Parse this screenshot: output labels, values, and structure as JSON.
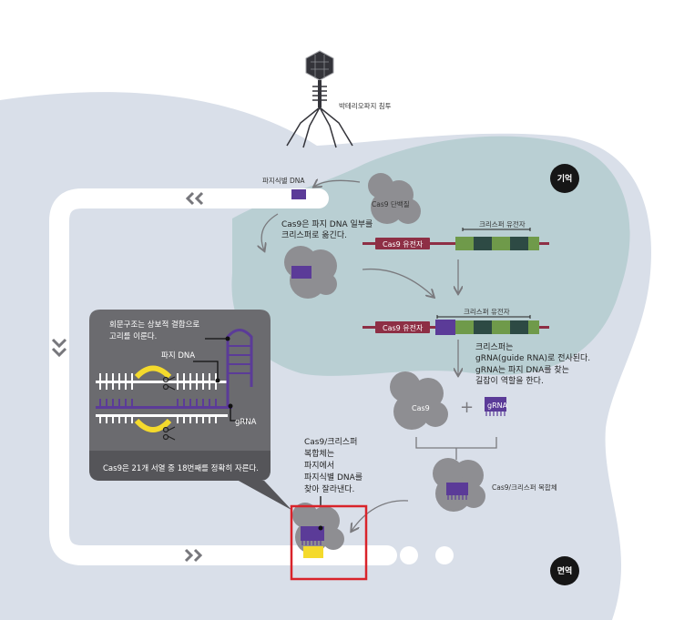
{
  "labels": {
    "phage_invasion": "박테리오파지 침투",
    "phage_dna": "파지식별 DNA",
    "cas9_protein": "Cas9 단백질",
    "cas9_insert_1": "Cas9은 파지 DNA 일부를",
    "cas9_insert_2": "크리스퍼로 옮긴다.",
    "crispr_gene_top": "크리스퍼 유전자",
    "crispr_gene_mid": "크리스퍼 유전자",
    "cas9_gene_top": "Cas9 유전자",
    "cas9_gene_mid": "Cas9 유전자",
    "transcribe_1": "크리스퍼는",
    "transcribe_2": "gRNA(guide RNA)로 전사된다.",
    "transcribe_3": "gRNA는 파지 DNA를 찾는",
    "transcribe_4": "길잡이 역할을 한다.",
    "cas9": "Cas9",
    "plus": "+",
    "grna_block": "gRNA",
    "complex": "Cas9/크리스퍼 복합체",
    "bubble_hairpin_1": "회문구조는 상보적 결합으로",
    "bubble_hairpin_2": "고리를 이룬다.",
    "bubble_phage_dna": "파지 DNA",
    "bubble_grna": "gRNA",
    "bubble_cut": "Cas9은 21개 서열 중 18번째를 정확히 자른다.",
    "cut_1": "Cas9/크리스퍼",
    "cut_2": "복합체는",
    "cut_3": "파지에서",
    "cut_4": "파지식별 DNA를",
    "cut_5": "찾아 잘라낸다."
  },
  "badges": {
    "memory": "기억",
    "immunity": "면역"
  },
  "colors": {
    "cell_light": "#d9dfe9",
    "memory_teal": "#b9cfd3",
    "white_track": "#ffffff",
    "purple": "#5b3b98",
    "gene_red": "#8e2f45",
    "green_light": "#6f9a4a",
    "green_dark": "#2d4a44",
    "gray_cell": "#8e8e92",
    "bubble_bg": "#6b6b6f",
    "yellow": "#f4da2c",
    "highlight_red": "#d9232a",
    "badge": "#161616"
  },
  "icons": {
    "chevrons_left": "double-chevron-left-icon",
    "chevrons_down": "double-chevron-down-icon",
    "chevrons_right": "double-chevron-right-icon",
    "scissors": "scissors-icon",
    "phage": "bacteriophage-icon"
  }
}
